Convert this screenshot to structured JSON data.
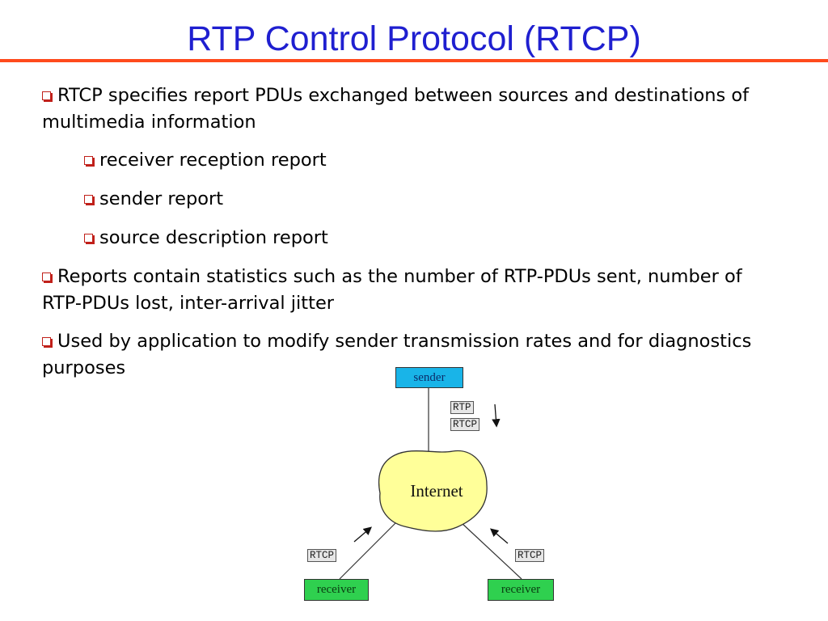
{
  "slide": {
    "title": "RTP Control Protocol (RTCP)"
  },
  "bullets": [
    {
      "level": 1,
      "text": "RTCP specifies report PDUs exchanged between sources and destinations of multimedia information"
    },
    {
      "level": 2,
      "text": "receiver reception report"
    },
    {
      "level": 2,
      "text": "sender report"
    },
    {
      "level": 2,
      "text": "source description report"
    },
    {
      "level": 1,
      "text": "Reports contain statistics such as the number of RTP-PDUs sent, number of RTP-PDUs lost, inter-arrival jitter"
    },
    {
      "level": 1,
      "text": "Used by application to modify sender transmission rates and for diagnostics purposes"
    }
  ],
  "diagram": {
    "sender_label": "sender",
    "internet_label": "Internet",
    "receiver_left_label": "receiver",
    "receiver_right_label": "receiver",
    "rtp_tag": "RTP",
    "rtcp_top_tag": "RTCP",
    "rtcp_left_tag": "RTCP",
    "rtcp_right_tag": "RTCP",
    "colors": {
      "sender": "#19b4e8",
      "receiver": "#2fd04f",
      "cloud": "#ffff99"
    }
  },
  "colors": {
    "title": "#1f1fd0",
    "rule": "#ff4a1c",
    "bullet_box": "#c0201a"
  }
}
